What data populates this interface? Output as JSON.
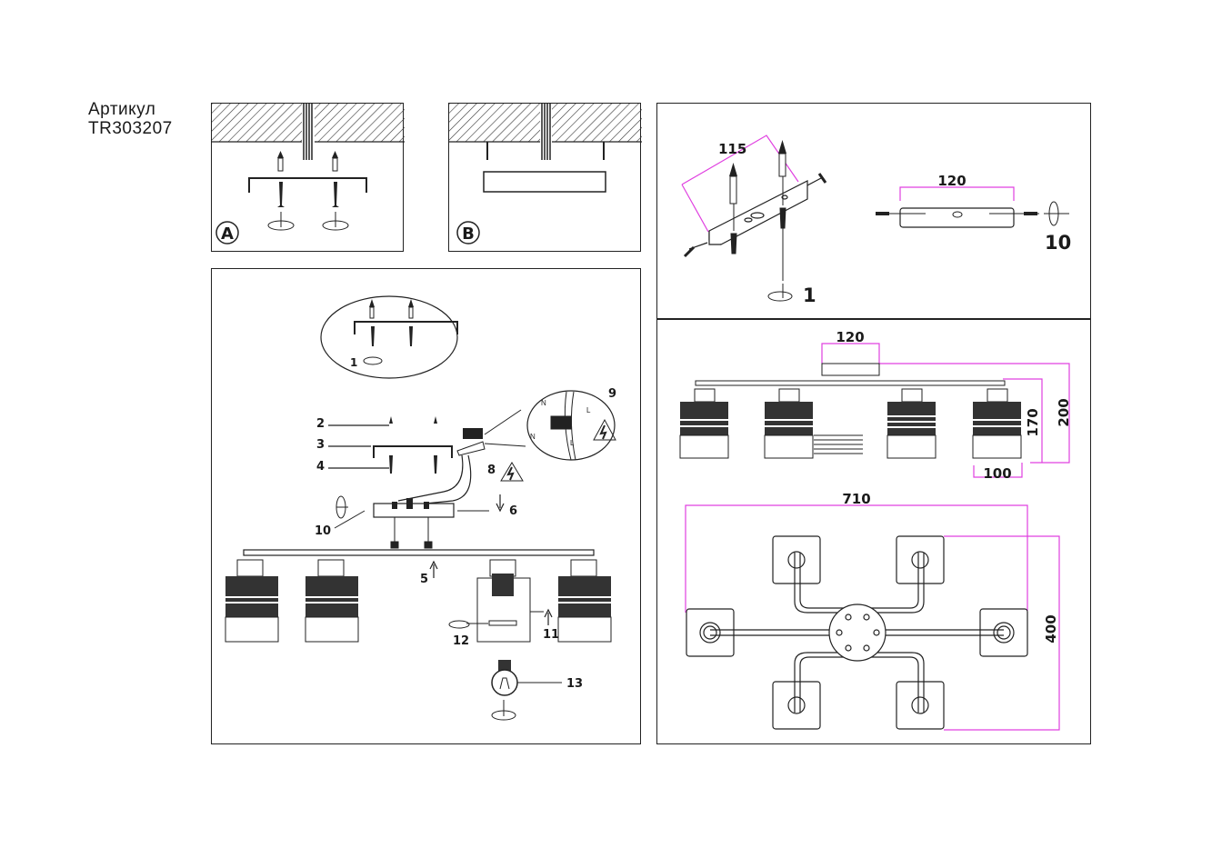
{
  "header": {
    "article_label": "Артикул",
    "article_number": "TR303207"
  },
  "colors": {
    "line": "#1a1a1a",
    "dimension": "#e040e0"
  },
  "panels": {
    "mount_a": {
      "badge": "A"
    },
    "mount_b": {
      "badge": "B"
    },
    "bracket": {
      "dim_bracket_length": "115",
      "dim_plate_length": "120",
      "step_screw": "1",
      "step_side_screw": "10"
    },
    "assembly": {
      "inset_step": "1",
      "steps": [
        "2",
        "3",
        "4",
        "5",
        "6",
        "8",
        "9",
        "10",
        "11",
        "12",
        "13"
      ],
      "wiring": {
        "neutral": "N",
        "live": "L"
      }
    },
    "dimensions": {
      "canopy_width": "120",
      "height_total": "200",
      "height_shade": "170",
      "shade_width": "100",
      "length": "710",
      "width": "400"
    }
  }
}
